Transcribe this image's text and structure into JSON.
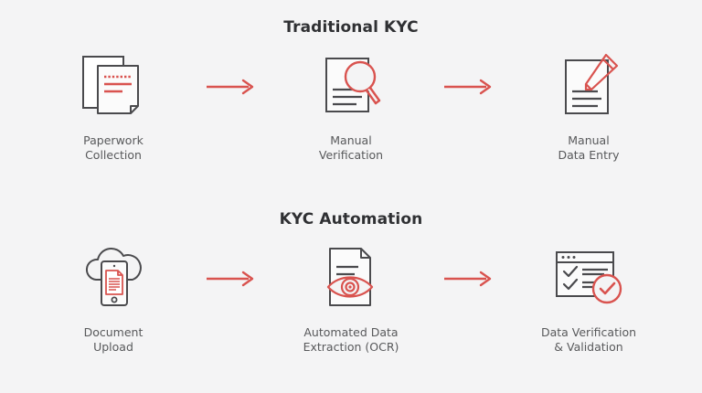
{
  "colors": {
    "background": "#f4f4f5",
    "accent_red": "#d9534f",
    "outline_dark": "#4a4a4d",
    "title_text": "#2f3033",
    "label_text": "#58595b"
  },
  "sections": [
    {
      "id": "traditional",
      "title": "Traditional KYC",
      "steps": [
        {
          "icon": "stacked-documents-icon",
          "label": "Paperwork\nCollection"
        },
        {
          "icon": "document-magnifier-icon",
          "label": "Manual\nVerification"
        },
        {
          "icon": "document-pencil-icon",
          "label": "Manual\nData Entry"
        }
      ],
      "connectors": [
        {
          "icon": "arrow-right-icon"
        },
        {
          "icon": "arrow-right-icon"
        }
      ]
    },
    {
      "id": "automation",
      "title": "KYC Automation",
      "steps": [
        {
          "icon": "cloud-mobile-upload-icon",
          "label": "Document\nUpload"
        },
        {
          "icon": "document-eye-ocr-icon",
          "label": "Automated Data\nExtraction (OCR)"
        },
        {
          "icon": "browser-checklist-verified-icon",
          "label": "Data Verification\n& Validation"
        }
      ],
      "connectors": [
        {
          "icon": "arrow-right-icon"
        },
        {
          "icon": "arrow-right-icon"
        }
      ]
    }
  ]
}
